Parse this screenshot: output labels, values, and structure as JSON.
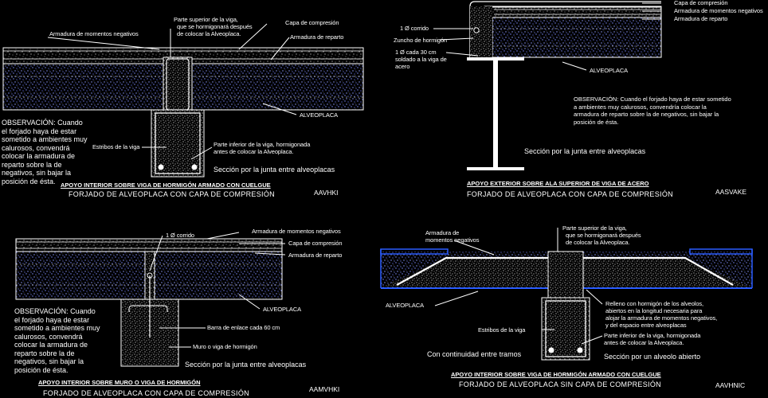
{
  "colors": {
    "background": "#000000",
    "line": "#ffffff",
    "hatch": "#7f8cff",
    "blue": "#2a5cff"
  },
  "d1": {
    "armadura_negativos": "Armadura de momentos negativos",
    "parte_superior": [
      "Parte superior de la viga,",
      "que se hormigonará después",
      "de colocar la Alveoplaca."
    ],
    "capa": "Capa de compresión",
    "reparto": "Armadura de reparto",
    "alveoplaca": "ALVEOPLACA",
    "obs": "OBSERVACIÓN: Cuando el forjado haya de estar sometido a ambientes muy calurosos, convendrá colocar la armadura de reparto sobre la de negativos, sin bajar la posición de ésta.",
    "estribos": "Estribos de la viga",
    "parte_inferior": [
      "Parte inferior de la viga, hormigonada",
      "antes de colocar la Alveoplaca."
    ],
    "seccion": "Sección por la junta entre alveoplacas",
    "titulo": "APOYO INTERIOR SOBRE VIGA DE HORMIGÓN ARMADO CON CUELGUE",
    "subtitulo": "FORJADO DE ALVEOPLACA CON CAPA DE COMPRESIÓN",
    "codigo": "AAVHKI"
  },
  "d2": {
    "capa": "Capa de compresión",
    "armadura_negativos": "Armadura de momentos negativos",
    "reparto": "Armadura de reparto",
    "corrido": "1 Ø corrido",
    "zuncho": "Zuncho de hormigón",
    "cada30": [
      "1 Ø cada 30 cm",
      "soldado a la viga de",
      "acero"
    ],
    "alveoplaca": "ALVEOPLACA",
    "obs": "OBSERVACIÓN: Cuando el forjado haya de estar sometido a ambientes muy calurosos, convendría colocar la armadura de reparto sobre la de negativos, sin bajar la posición de ésta.",
    "seccion": "Sección por la junta entre alveoplacas",
    "titulo": "APOYO EXTERIOR SOBRE ALA SUPERIOR DE VIGA DE ACERO",
    "subtitulo": "FORJADO DE ALVEOPLACA CON CAPA DE COMPRESIÓN",
    "codigo": "AASVAKE"
  },
  "d3": {
    "corrido": "1 Ø corrido",
    "armadura_negativos": "Armadura de momentos negativos",
    "capa": "Capa de compresión",
    "reparto": "Armadura de reparto",
    "alveoplaca": "ALVEOPLACA",
    "obs": "OBSERVACIÓN: Cuando el forjado haya de estar sometido a ambientes muy calurosos, convendrá colocar la armadura de reparto sobre la de negativos, sin bajar la posición de ésta.",
    "barra": "Barra de enlace cada 60 cm",
    "muro": "Muro o viga de hormigón",
    "seccion": "Sección por la junta entre alveoplacas",
    "titulo": "APOYO INTERIOR SOBRE MURO O VIGA DE HORMIGÓN",
    "subtitulo": "FORJADO DE ALVEOPLACA CON CAPA DE COMPRESIÓN",
    "codigo": "AAMVHKI"
  },
  "d4": {
    "armadura_negativos": [
      "Armadura de",
      "momentos negativos"
    ],
    "parte_superior": [
      "Parte superior de la viga,",
      "que se hormigonará después",
      "de colocar la Alveoplaca."
    ],
    "alveoplaca": "ALVEOPLACA",
    "relleno": [
      "Relleno con hormigón de los alveolos,",
      "abiertos en la longitud necesaria para",
      "alojar la armadura de momentos negativos,",
      "y del espacio entre alveoplacas"
    ],
    "estribos": "Estribos de la viga",
    "parte_inferior": [
      "Parte inferior de la viga, hormigonada",
      "antes de colocar la Alveoplaca."
    ],
    "continuidad": "Con continuidad entre tramos",
    "seccion": "Sección por un alveolo abierto",
    "titulo": "APOYO INTERIOR SOBRE VIGA DE HORMIGÓN ARMADO CON CUELGUE",
    "subtitulo": "FORJADO DE ALVEOPLACA SIN CAPA DE COMPRESIÓN",
    "codigo": "AAVHNIC"
  }
}
